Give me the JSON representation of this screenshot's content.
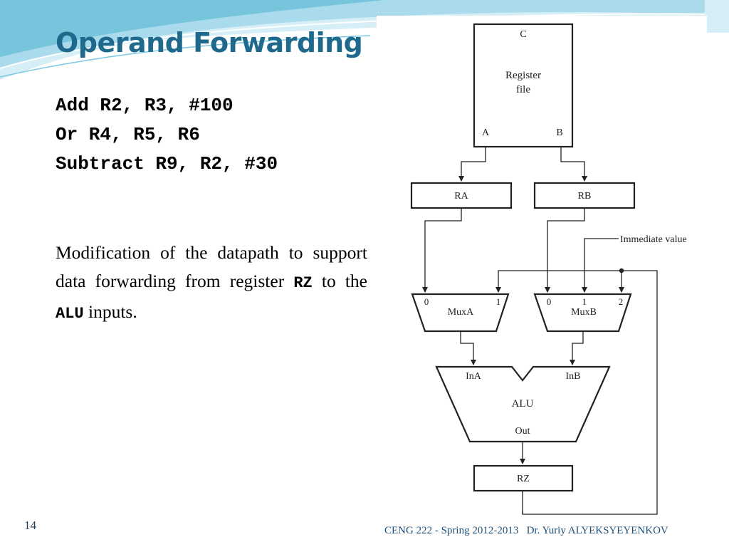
{
  "slide": {
    "title": "Operand Forwarding",
    "code_lines": [
      "Add R2, R3, #100",
      "Or R4, R5, R6",
      "Subtract R9, R2, #30"
    ],
    "description": {
      "part1": "Modification of the datapath to support data forwarding from register ",
      "rz": "RZ",
      "part2": " to the ",
      "alu": "ALU",
      "part3": " inputs."
    },
    "page_number": "14",
    "footer": "CENG 222 - Spring 2012-2013   Dr. Yuriy ALYEKSYEYENKOV"
  },
  "diagram": {
    "register_file": {
      "port_c": "C",
      "label_line1": "Register",
      "label_line2": "file",
      "port_a": "A",
      "port_b": "B"
    },
    "reg_ra": "RA",
    "reg_rb": "RB",
    "immediate": "Immediate value",
    "muxa": {
      "label": "MuxA",
      "in0": "0",
      "in1": "1"
    },
    "muxb": {
      "label": "MuxB",
      "in0": "0",
      "in1": "1",
      "in2": "2"
    },
    "alu": {
      "in_a": "InA",
      "in_b": "InB",
      "label": "ALU",
      "out": "Out"
    },
    "reg_rz": "RZ"
  },
  "colors": {
    "title": "#1f6a8c",
    "wave_light": "#d6eef6",
    "wave_mid": "#a9dbec",
    "wave_dark": "#4fb0d2"
  }
}
